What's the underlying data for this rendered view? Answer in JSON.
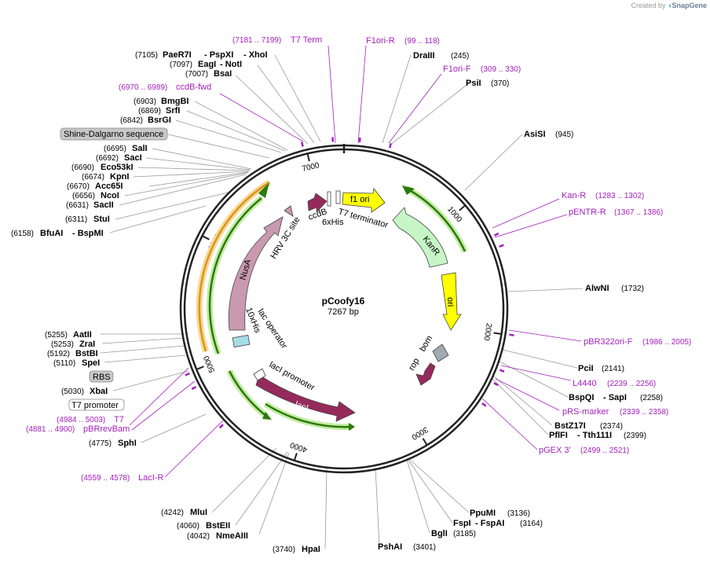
{
  "credit": {
    "prefix": "Created by",
    "brand": "SnapGene"
  },
  "plasmid": {
    "name": "pCoofy16",
    "length_label": "7267 bp",
    "length": 7267
  },
  "ticks": [
    {
      "pos": 1000,
      "label": "1000"
    },
    {
      "pos": 2000,
      "label": "2000"
    },
    {
      "pos": 3000,
      "label": "3000"
    },
    {
      "pos": 4000,
      "label": "4000"
    },
    {
      "pos": 5000,
      "label": "5000"
    },
    {
      "pos": 6000,
      "label": "6000"
    },
    {
      "pos": 7000,
      "label": "7000"
    }
  ],
  "enzymes_left": [
    {
      "num": "(7105)",
      "name": "PaeR7I",
      "extra1": "- PspXI",
      "extra2": "- XhoI"
    },
    {
      "num": "(7097)",
      "name": "EagI",
      "extra1": "- NotI"
    },
    {
      "num": "(7007)",
      "name": "BsaI"
    },
    {
      "num": "(6903)",
      "name": "BmgBI"
    },
    {
      "num": "(6869)",
      "name": "SrfI"
    },
    {
      "num": "(6842)",
      "name": "BsrGI"
    },
    {
      "num": "(6695)",
      "name": "SalI"
    },
    {
      "num": "(6692)",
      "name": "SacI"
    },
    {
      "num": "(6690)",
      "name": "Eco53kI"
    },
    {
      "num": "(6674)",
      "name": "KpnI"
    },
    {
      "num": "(6670)",
      "name": "Acc65I"
    },
    {
      "num": "(6656)",
      "name": "NcoI"
    },
    {
      "num": "(6631)",
      "name": "SacII"
    },
    {
      "num": "(6311)",
      "name": "StuI"
    },
    {
      "num": "(6158)",
      "name": "BfuAI",
      "extra1": "- BspMI"
    },
    {
      "num": "(5255)",
      "name": "AatII"
    },
    {
      "num": "(5253)",
      "name": "ZraI"
    },
    {
      "num": "(5192)",
      "name": "BstBI"
    },
    {
      "num": "(5110)",
      "name": "SpeI"
    },
    {
      "num": "(5030)",
      "name": "XbaI"
    },
    {
      "num": "(4775)",
      "name": "SphI"
    },
    {
      "num": "(4242)",
      "name": "MluI"
    },
    {
      "num": "(4060)",
      "name": "BstEII"
    },
    {
      "num": "(4042)",
      "name": "NmeAIII"
    },
    {
      "num": "(3740)",
      "name": "HpaI"
    }
  ],
  "enzymes_right": [
    {
      "name": "DraIII",
      "num": "(245)"
    },
    {
      "name": "PsiI",
      "num": "(370)"
    },
    {
      "name": "AsiSI",
      "num": "(945)"
    },
    {
      "name": "AlwNI",
      "num": "(1732)"
    },
    {
      "name": "PciI",
      "num": "(2141)"
    },
    {
      "name": "BspQI",
      "extra1": "- SapI",
      "num": "(2258)"
    },
    {
      "name": "BstZ17I",
      "num": "(2374)"
    },
    {
      "name": "PflFI",
      "extra1": "- Tth111I",
      "num": "(2399)"
    },
    {
      "name": "PpuMI",
      "num": "(3136)"
    },
    {
      "name": "FspI",
      "extra1": "- FspAI",
      "num": "(3164)"
    },
    {
      "name": "BglI",
      "num": "(3185)"
    },
    {
      "name": "PshAI",
      "num": "(3401)"
    }
  ],
  "primers": [
    {
      "name": "T7 Term",
      "range": "(7181 .. 7199)"
    },
    {
      "name": "F1ori-R",
      "range": "(99 .. 118)"
    },
    {
      "name": "F1ori-F",
      "range": "(309 .. 330)"
    },
    {
      "name": "ccdB-fwd",
      "range": "(6970 .. 6989)"
    },
    {
      "name": "Kan-R",
      "range": "(1283 .. 1302)"
    },
    {
      "name": "pENTR-R",
      "range": "(1367 .. 1386)"
    },
    {
      "name": "pBR322ori-F",
      "range": "(1986 .. 2005)"
    },
    {
      "name": "L4440",
      "range": "(2239 .. 2256)"
    },
    {
      "name": "pRS-marker",
      "range": "(2339 .. 2358)"
    },
    {
      "name": "pGEX 3'",
      "range": "(2499 .. 2521)"
    },
    {
      "name": "T7",
      "range": "(4984 .. 5003)"
    },
    {
      "name": "pBRrevBam",
      "range": "(4881 .. 4900)"
    },
    {
      "name": "LacI-R",
      "range": "(4559 .. 4578)"
    }
  ],
  "boxed_labels": [
    {
      "text": "Shine-Dalgarno sequence"
    },
    {
      "text": "RBS"
    },
    {
      "text": "T7 promoter"
    }
  ],
  "features": [
    {
      "label": "f1 ori"
    },
    {
      "label": "KanR"
    },
    {
      "label": "ori"
    },
    {
      "label": "rop"
    },
    {
      "label": "bom"
    },
    {
      "label": "lacI"
    },
    {
      "label": "lacI promoter"
    },
    {
      "label": "NusA"
    },
    {
      "label": "HRV 3C site"
    },
    {
      "label": "ccdB"
    },
    {
      "label": "6xHis"
    },
    {
      "label": "T7 terminator"
    },
    {
      "label": "10xHis"
    },
    {
      "label": "lac operator"
    }
  ],
  "colors": {
    "backbone": "#222222",
    "primer": "#a31fbd",
    "f1ori": "#ffff00",
    "kanr": "#c6f6c6",
    "ori": "#ffff00",
    "laci": "#9a2d62",
    "nusa": "#c999b0",
    "ccdb": "#962a5c",
    "rop": "#962a5c",
    "bom": "#a2aab2",
    "green_arc": "#2f7d10",
    "orange_arc": "#e6a020"
  }
}
